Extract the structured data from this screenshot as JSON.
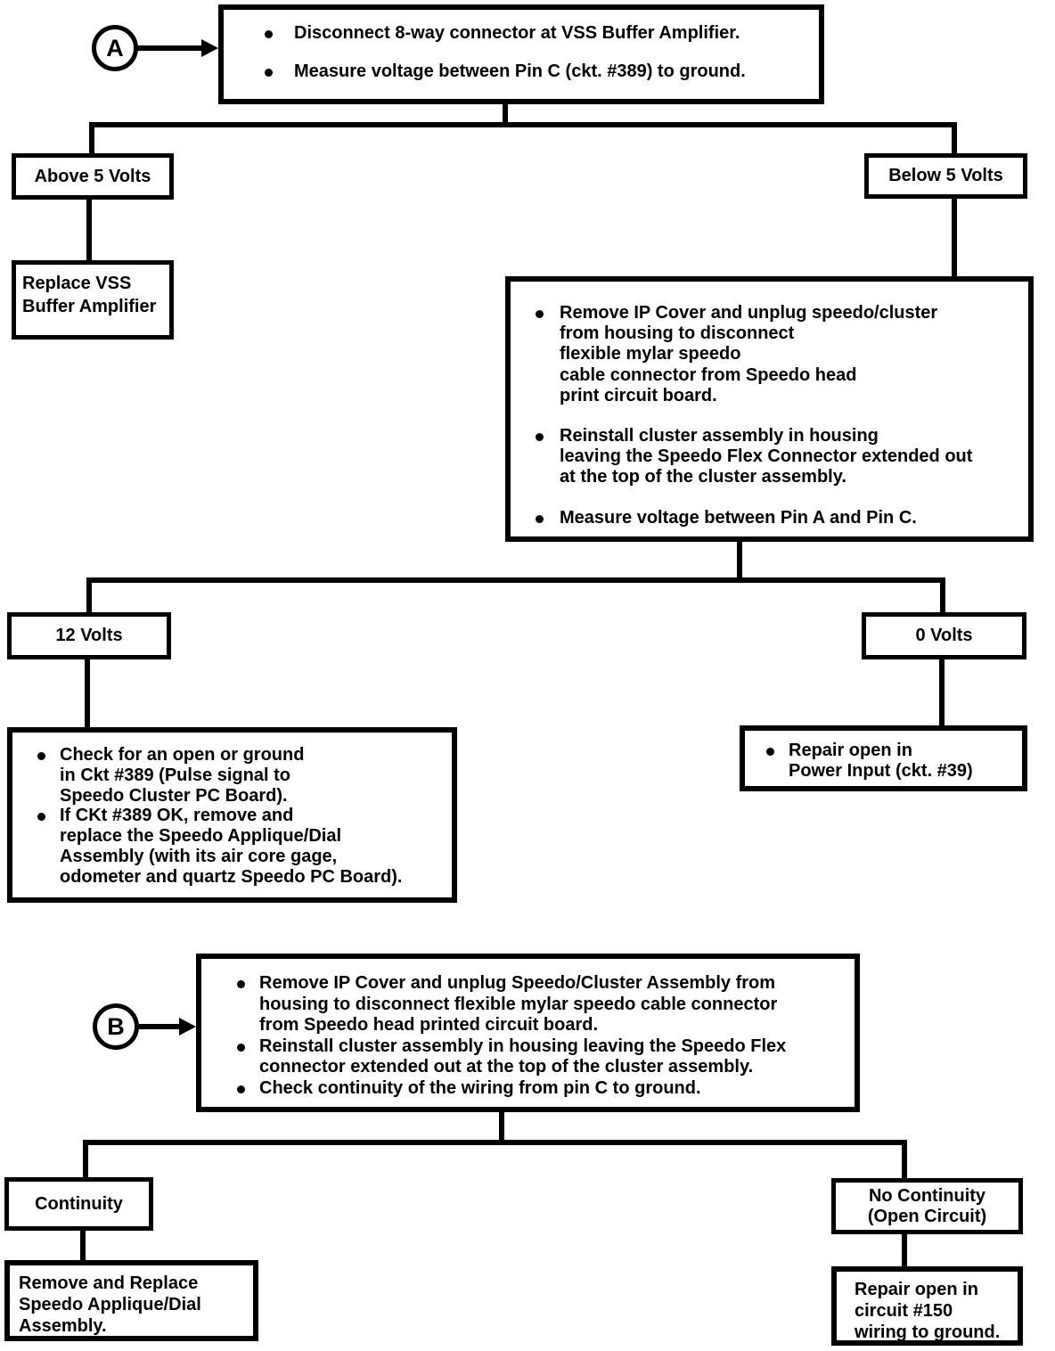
{
  "colors": {
    "ink": "#000000",
    "paper": "#ffffff"
  },
  "section_a": {
    "badge": "A",
    "start_box": {
      "bullets": [
        "Disconnect 8-way connector at VSS Buffer Amplifier.",
        "Measure voltage between Pin C (ckt. #389) to ground."
      ]
    },
    "branch_left": {
      "condition": "Above 5 Volts",
      "action": "Replace VSS\nBuffer Amplifier"
    },
    "branch_right": {
      "condition": "Below 5 Volts",
      "bullets": [
        "Remove IP Cover and unplug speedo/cluster\nfrom housing to disconnect\nflexible mylar speedo\ncable connector from Speedo head\nprint circuit board.",
        "Reinstall cluster assembly in housing\nleaving the Speedo Flex Connector extended out\nat the top of the cluster assembly.",
        "Measure voltage between Pin A and Pin C."
      ]
    },
    "result_left": {
      "condition": "12 Volts",
      "bullets": [
        "Check for an open or ground\nin Ckt #389 (Pulse signal to\nSpeedo Cluster PC Board).",
        "If CKt #389 OK, remove and\nreplace the Speedo Applique/Dial\nAssembly (with its air core gage,\nodometer and quartz Speedo PC Board)."
      ]
    },
    "result_right": {
      "condition": "0 Volts",
      "bullets": [
        "Repair open in\nPower Input (ckt. #39)"
      ]
    }
  },
  "section_b": {
    "badge": "B",
    "start_box": {
      "bullets": [
        "Remove IP Cover and unplug Speedo/Cluster Assembly from\nhousing to disconnect flexible mylar speedo cable connector\nfrom Speedo head printed circuit board.",
        "Reinstall cluster assembly in housing leaving the Speedo Flex\nconnector extended out at the top of the cluster assembly.",
        "Check continuity of the wiring from pin C to ground."
      ]
    },
    "branch_left": {
      "condition": "Continuity",
      "action": "Remove and Replace\nSpeedo Applique/Dial\nAssembly."
    },
    "branch_right": {
      "condition": "No Continuity\n(Open Circuit)",
      "action": "Repair open in\ncircuit #150\nwiring to ground."
    }
  }
}
